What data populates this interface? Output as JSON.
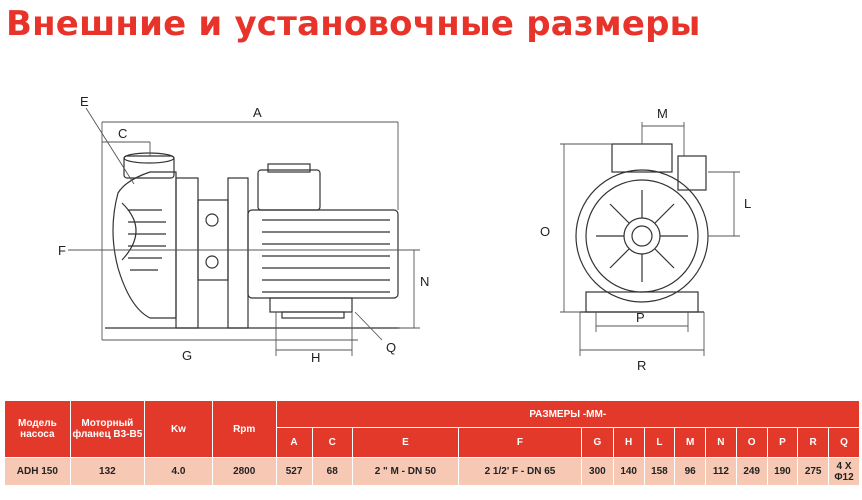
{
  "title": "Внешние и установочные размеры",
  "diagram": {
    "side_view_labels": {
      "E": "E",
      "A": "A",
      "C": "C",
      "F": "F",
      "N": "N",
      "G": "G",
      "H": "H",
      "Q": "Q"
    },
    "front_view_labels": {
      "M": "M",
      "L": "L",
      "O": "O",
      "P": "P",
      "R": "R"
    }
  },
  "table": {
    "header": {
      "model": "Модель насоса",
      "flange": "Моторный фланец B3-B5",
      "kw": "Kw",
      "rpm": "Rpm",
      "dimensions": "РАЗМЕРЫ -MM-"
    },
    "dimension_columns": [
      "A",
      "C",
      "E",
      "F",
      "G",
      "H",
      "L",
      "M",
      "N",
      "O",
      "P",
      "R",
      "Q"
    ],
    "row": {
      "model": "ADH 150",
      "flange": "132",
      "kw": "4.0",
      "rpm": "2800",
      "values": [
        "527",
        "68",
        "2 \" M - DN 50",
        "2 1/2' F - DN 65",
        "300",
        "140",
        "158",
        "96",
        "112",
        "249",
        "190",
        "275",
        "4 X Φ12"
      ]
    }
  },
  "colors": {
    "accent": "#e8332a",
    "header_bg": "#e3392b",
    "row_bg": "#f7c9b5"
  }
}
